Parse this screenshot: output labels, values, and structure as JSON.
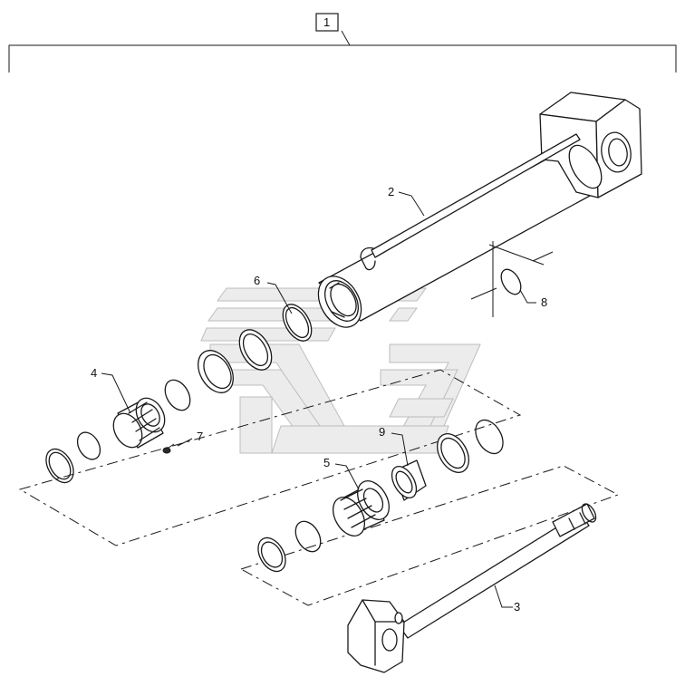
{
  "assembly_label": "1",
  "callouts": {
    "c2": "2",
    "c3": "3",
    "c4": "4",
    "c5": "5",
    "c6": "6",
    "c7": "7",
    "c8": "8",
    "c9": "9"
  },
  "colors": {
    "ink": "#1a1a1a",
    "watermark": "#ececec"
  }
}
